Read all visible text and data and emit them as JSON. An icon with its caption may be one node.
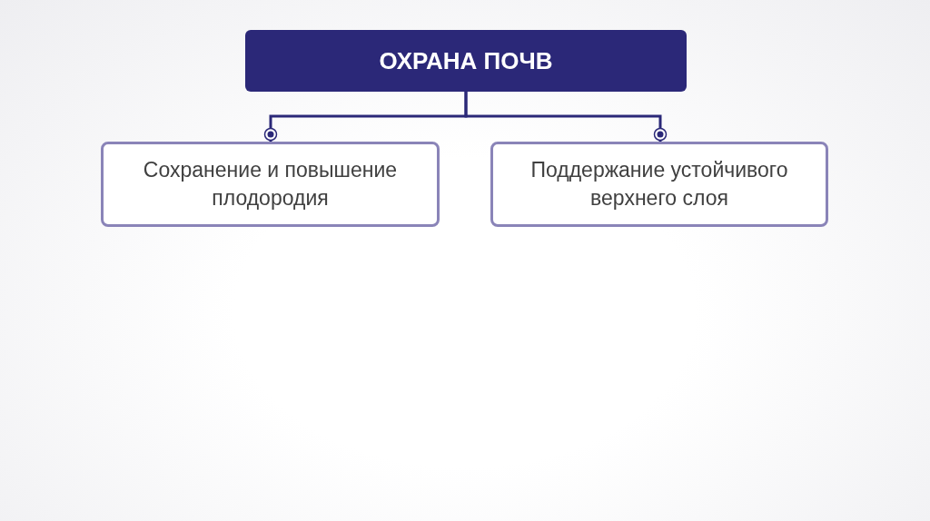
{
  "diagram": {
    "nodes": [
      {
        "text": [
          "ОХРАНА ПОЧВ"
        ]
      },
      {
        "text": [
          "Сохранение и повышение плодородия"
        ]
      },
      {
        "text": [
          "Поддержание устойчивого верхнего слоя"
        ]
      }
    ],
    "edges": [
      {
        "from": 0,
        "to": 1,
        "arrow": "other"
      },
      {
        "from": 0,
        "to": 2,
        "arrow": "other"
      }
    ]
  }
}
